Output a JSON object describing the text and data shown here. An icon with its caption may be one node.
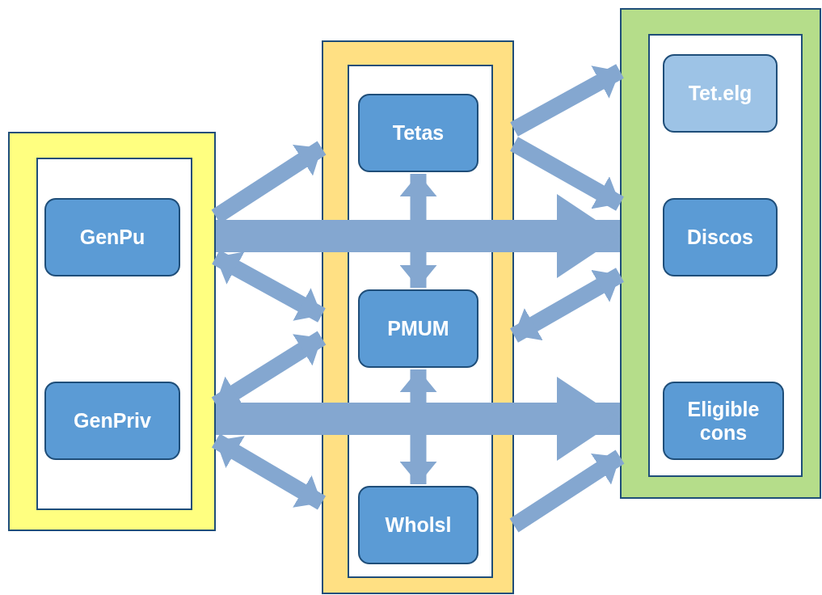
{
  "diagram": {
    "nodes": [
      {
        "text": [],
        "shape": "box"
      },
      {
        "text": [
          "GenPu"
        ],
        "in": 0
      },
      {
        "text": [
          "GenPriv"
        ],
        "in": 0
      },
      {
        "text": [],
        "shape": "box"
      },
      {
        "text": [
          "Tetas"
        ],
        "in": 3
      },
      {
        "text": [
          "PMUM"
        ],
        "in": 3
      },
      {
        "text": [
          "Wholsl"
        ],
        "in": 3
      },
      {
        "text": [],
        "shape": "box"
      },
      {
        "text": [
          "Tet.elg"
        ],
        "in": 7
      },
      {
        "text": [
          "Discos"
        ],
        "in": 7
      },
      {
        "text": [
          "Eligible cons"
        ],
        "in": 7
      }
    ],
    "edges": [
      {
        "from": 0,
        "to": 3,
        "arrow": "to"
      },
      {
        "from": 0,
        "to": 7,
        "arrow": "to",
        "style": "thick"
      },
      {
        "from": 0,
        "to": 3,
        "arrow": "both"
      },
      {
        "from": 0,
        "to": 3,
        "arrow": "both"
      },
      {
        "from": 0,
        "to": 7,
        "arrow": "to",
        "style": "thick"
      },
      {
        "from": 0,
        "to": 3,
        "arrow": "both"
      },
      {
        "from": 4,
        "to": 5,
        "arrow": "both"
      },
      {
        "from": 5,
        "to": 6,
        "arrow": "both"
      },
      {
        "from": 3,
        "to": 7,
        "arrow": "to"
      },
      {
        "from": 3,
        "to": 7,
        "arrow": "to"
      },
      {
        "from": 3,
        "to": 7,
        "arrow": "both"
      },
      {
        "from": 3,
        "to": 7,
        "arrow": "to"
      }
    ]
  }
}
